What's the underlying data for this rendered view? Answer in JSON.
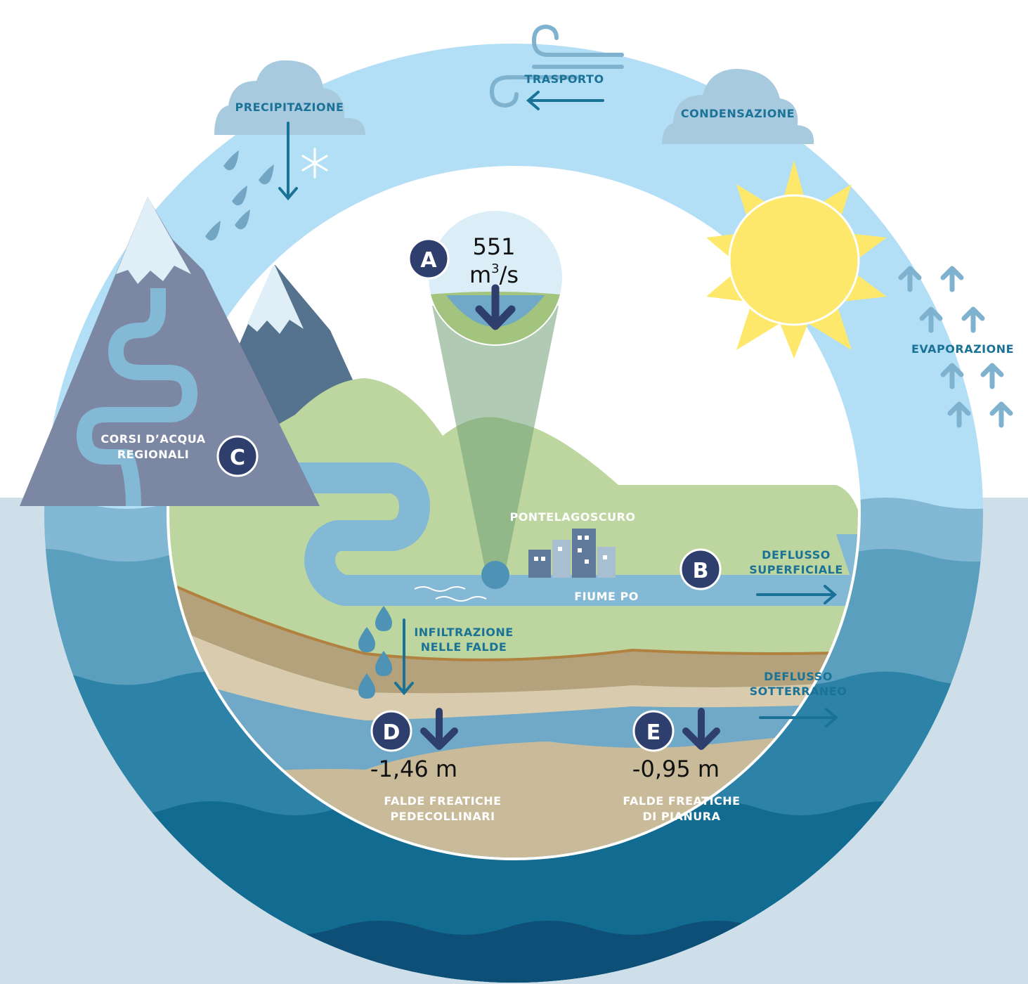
{
  "labels": {
    "precipitazione": "PRECIPITAZIONE",
    "trasporto": "TRASPORTO",
    "condensazione": "CONDENSAZIONE",
    "evaporazione": "EVAPORAZIONE",
    "corsi_line1": "CORSI D’ACQUA",
    "corsi_line2": "REGIONALI",
    "pontelagoscuro": "PONTELAGOSCURO",
    "fiume_po": "FIUME PO",
    "deflusso_sup_line1": "DEFLUSSO",
    "deflusso_sup_line2": "SUPERFICIALE",
    "infiltrazione_line1": "INFILTRAZIONE",
    "infiltrazione_line2": "NELLE FALDE",
    "deflusso_sott_line1": "DEFLUSSO",
    "deflusso_sott_line2": "SOTTERRANEO",
    "falde_ped_line1": "FALDE FREATICHE",
    "falde_ped_line2": "PEDECOLLINARI",
    "falde_pia_line1": "FALDE FREATICHE",
    "falde_pia_line2": "DI PIANURA"
  },
  "values": {
    "flow_value": "551",
    "flow_unit_base": "m",
    "flow_unit_sup": "3",
    "flow_unit_rest": "/s",
    "falde_ped_value": "-1,46 m",
    "falde_pia_value": "-0,95 m"
  },
  "badges": {
    "a": "A",
    "b": "B",
    "c": "C",
    "d": "D",
    "e": "E"
  },
  "colors": {
    "sky_ring": "#b3dff6",
    "label_blue": "#1a7397",
    "badge_navy": "#2e3f6e",
    "green_land": "#bdd6a0",
    "river": "#84b9d6",
    "sun": "#fde86b",
    "mountain": "#7b87a3",
    "deep_sea": "#0d4f76"
  },
  "icons": [
    "cloud-icon",
    "snowflake-icon",
    "raindrop-icon",
    "wind-icon",
    "sun-icon",
    "arrow-icon",
    "city-icon",
    "wave-icon"
  ]
}
